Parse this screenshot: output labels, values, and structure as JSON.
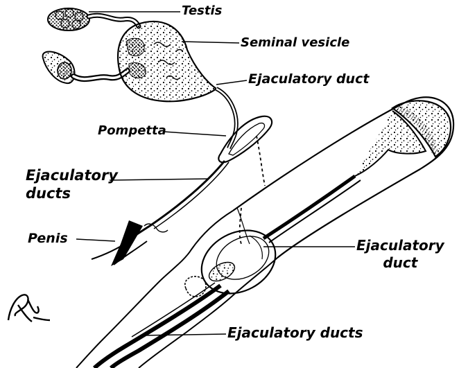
{
  "labels": {
    "testis": "Testis",
    "seminal_vesicle": "Seminal vesicle",
    "ejaculatory_duct_upper": "Ejaculatory duct",
    "pompetta": "Pompetta",
    "ejaculatory_ducts_left": "Ejaculatory\nducts",
    "penis": "Penis",
    "ejaculatory_duct_right": "Ejaculatory\nduct",
    "ejaculatory_ducts_bottom": "Ejaculatory ducts"
  },
  "signature": "RK",
  "colors": {
    "ink": "#000000",
    "paper": "#ffffff"
  }
}
